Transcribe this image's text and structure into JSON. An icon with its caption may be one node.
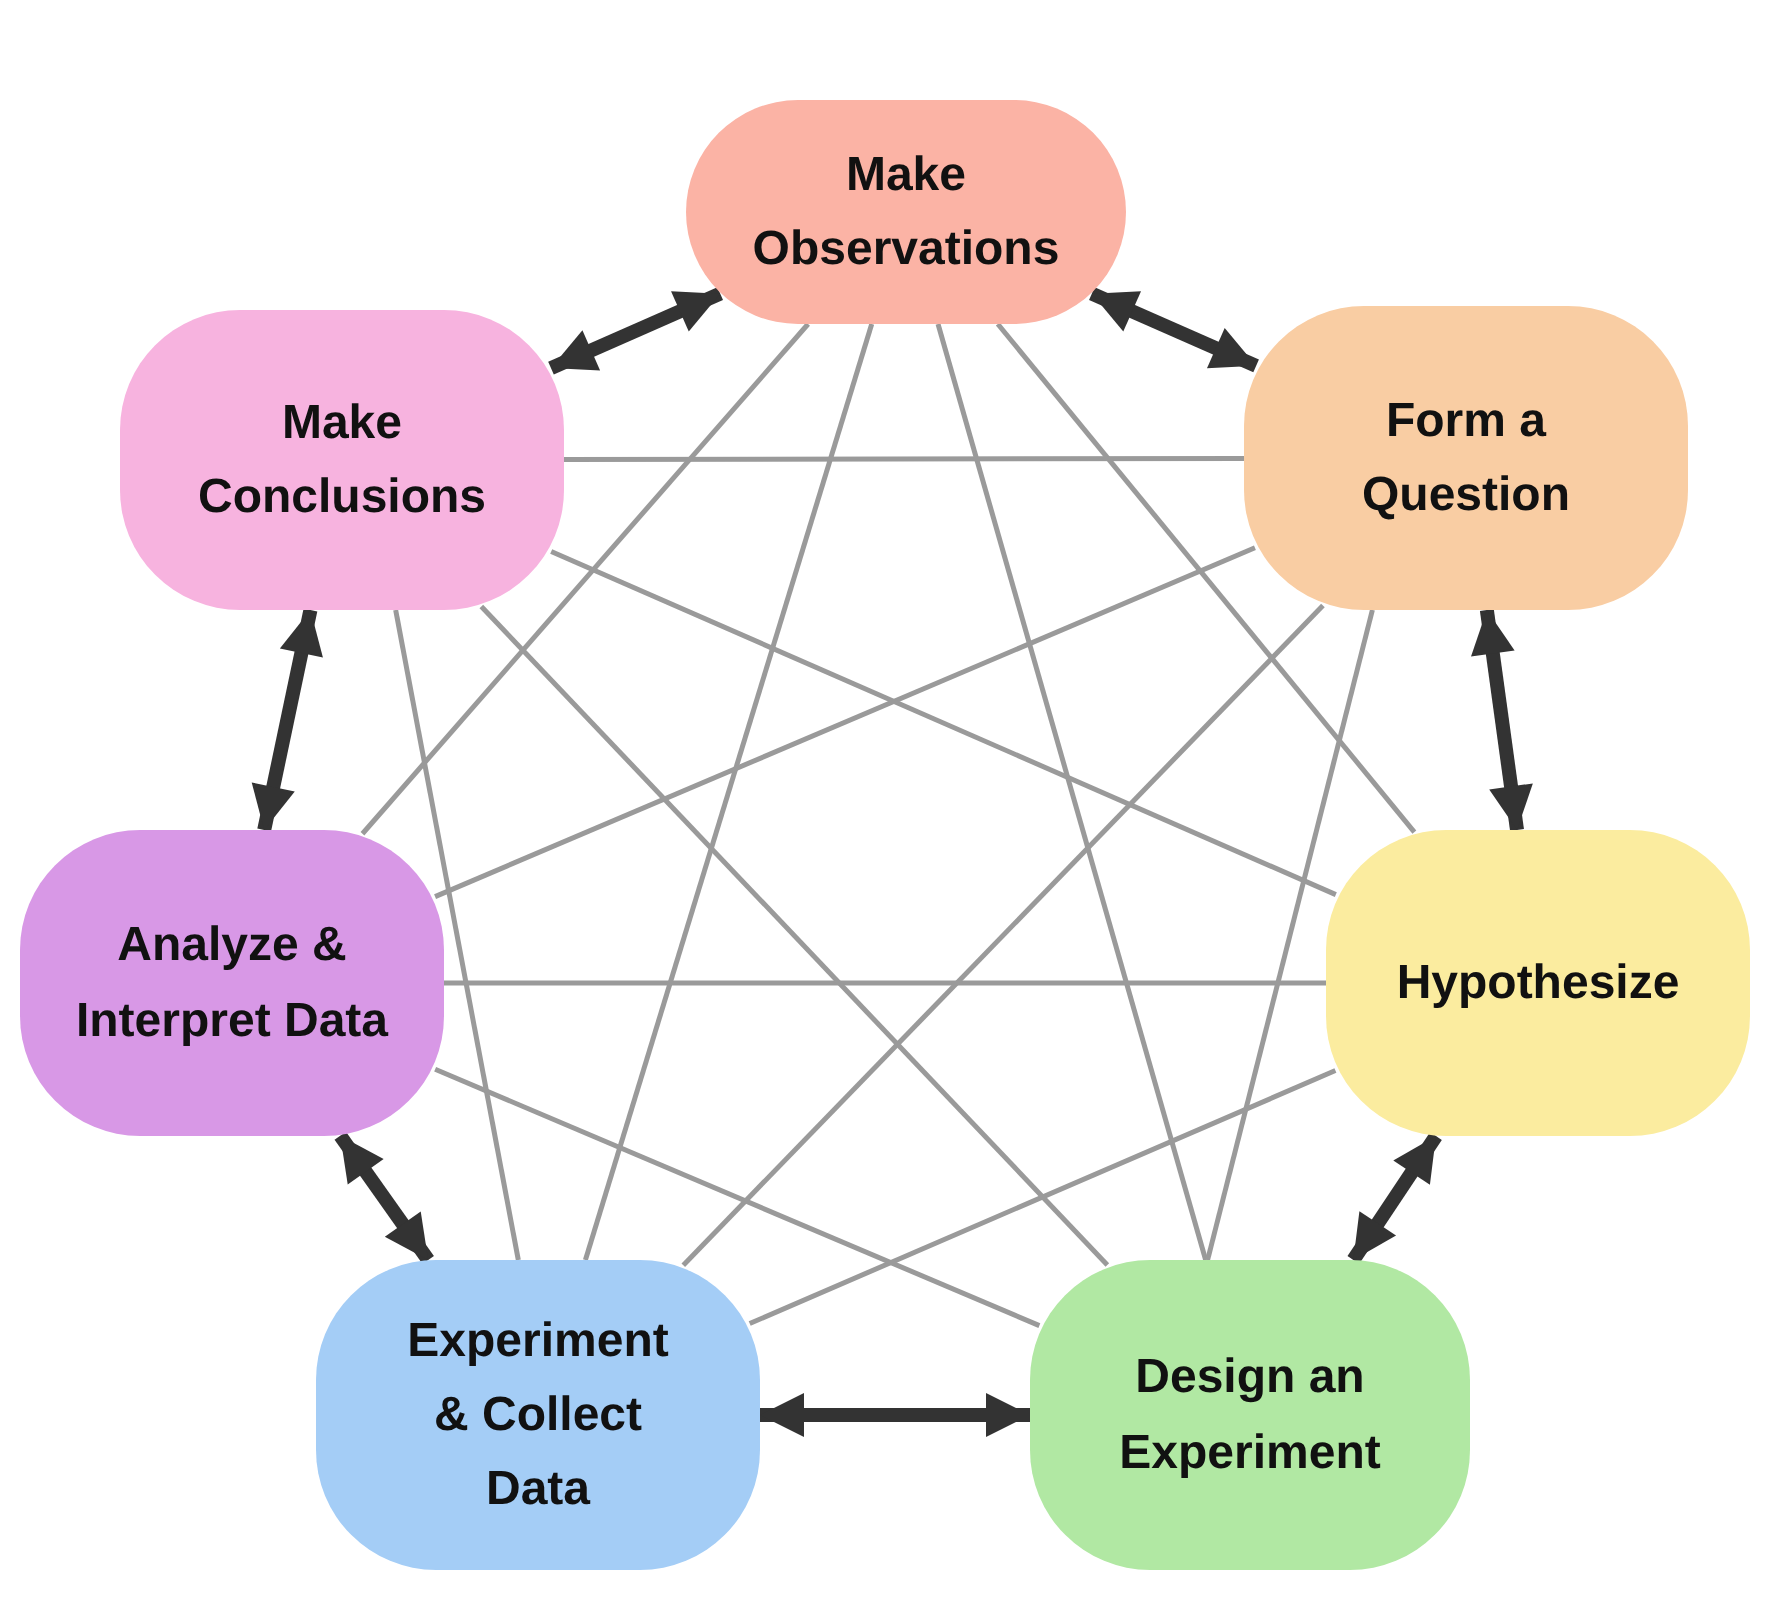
{
  "diagram": {
    "nodes": [
      {
        "text": [
          "Make Observations"
        ]
      },
      {
        "text": [
          "Form a Question"
        ]
      },
      {
        "text": [
          "Hypothesize"
        ]
      },
      {
        "text": [
          "Design an Experiment"
        ]
      },
      {
        "text": [
          "Experiment & Collect Data"
        ]
      },
      {
        "text": [
          "Analyze & Interpret Data"
        ]
      },
      {
        "text": [
          "Make Conclusions"
        ]
      }
    ],
    "edges": [
      {
        "from": 0,
        "to": 1,
        "arrow": "both",
        "style": "thick",
        "color": "#333333"
      },
      {
        "from": 1,
        "to": 2,
        "arrow": "both",
        "style": "thick",
        "color": "#333333"
      },
      {
        "from": 2,
        "to": 3,
        "arrow": "both",
        "style": "thick",
        "color": "#333333"
      },
      {
        "from": 3,
        "to": 4,
        "arrow": "both",
        "style": "thick",
        "color": "#333333"
      },
      {
        "from": 4,
        "to": 5,
        "arrow": "both",
        "style": "thick",
        "color": "#333333"
      },
      {
        "from": 5,
        "to": 6,
        "arrow": "both",
        "style": "thick",
        "color": "#333333"
      },
      {
        "from": 6,
        "to": 0,
        "arrow": "both",
        "style": "thick",
        "color": "#333333"
      },
      {
        "from": 0,
        "to": 2,
        "arrow": "none"
      },
      {
        "from": 0,
        "to": 3,
        "arrow": "none"
      },
      {
        "from": 0,
        "to": 4,
        "arrow": "none"
      },
      {
        "from": 0,
        "to": 5,
        "arrow": "none"
      },
      {
        "from": 1,
        "to": 3,
        "arrow": "none"
      },
      {
        "from": 1,
        "to": 4,
        "arrow": "none"
      },
      {
        "from": 1,
        "to": 5,
        "arrow": "none"
      },
      {
        "from": 1,
        "to": 6,
        "arrow": "none"
      },
      {
        "from": 2,
        "to": 4,
        "arrow": "none"
      },
      {
        "from": 2,
        "to": 5,
        "arrow": "none"
      },
      {
        "from": 2,
        "to": 6,
        "arrow": "none"
      },
      {
        "from": 3,
        "to": 5,
        "arrow": "none"
      },
      {
        "from": 3,
        "to": 6,
        "arrow": "none"
      },
      {
        "from": 4,
        "to": 6,
        "arrow": "none"
      }
    ]
  }
}
